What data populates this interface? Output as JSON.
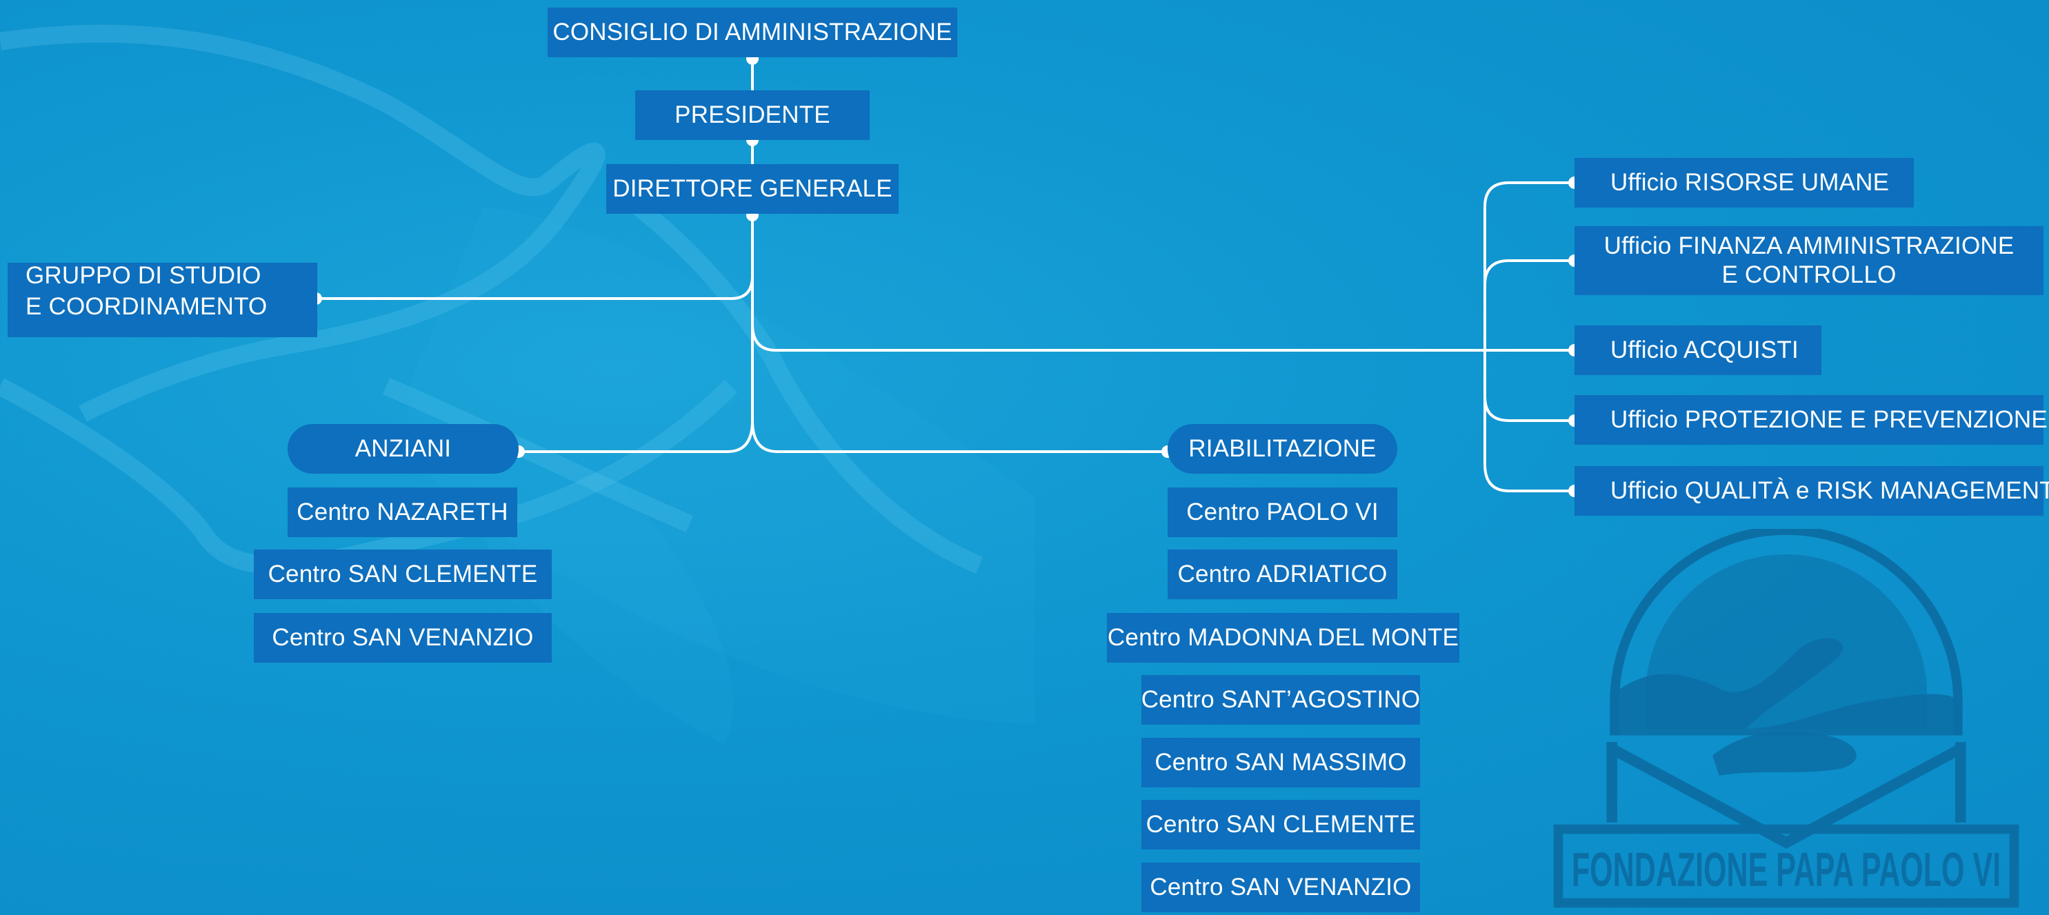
{
  "diagram": {
    "board": "CONSIGLIO DI AMMINISTRAZIONE",
    "president": "PRESIDENTE",
    "director": "DIRETTORE GENERALE",
    "study_group": {
      "line1": "GRUPPO DI STUDIO",
      "line2": "E COORDINAMENTO"
    },
    "elderly": {
      "label": "ANZIANI",
      "centers": [
        "Centro NAZARETH",
        "Centro SAN CLEMENTE",
        "Centro SAN VENANZIO"
      ]
    },
    "rehab": {
      "label": "RIABILITAZIONE",
      "centers": [
        "Centro PAOLO VI",
        "Centro ADRIATICO",
        "Centro MADONNA DEL MONTE",
        "Centro SANT’AGOSTINO",
        "Centro SAN MASSIMO",
        "Centro SAN CLEMENTE",
        "Centro SAN VENANZIO"
      ]
    },
    "offices": {
      "hr": "Ufficio RISORSE UMANE",
      "finance_line1": "Ufficio FINANZA AMMINISTRAZIONE",
      "finance_line2": "E CONTROLLO",
      "purchasing": "Ufficio ACQUISTI",
      "safety": "Ufficio PROTEZIONE E PREVENZIONE",
      "quality": "Ufficio QUALITÀ e RISK MANAGEMENT"
    },
    "logo_text": "FONDAZIONE PAPA PAOLO VI"
  },
  "colors": {
    "background": "#0f95cf",
    "box": "#0d6fbd",
    "text": "#ffffff",
    "connector": "#ffffff",
    "logo": "#0b6fa6"
  }
}
